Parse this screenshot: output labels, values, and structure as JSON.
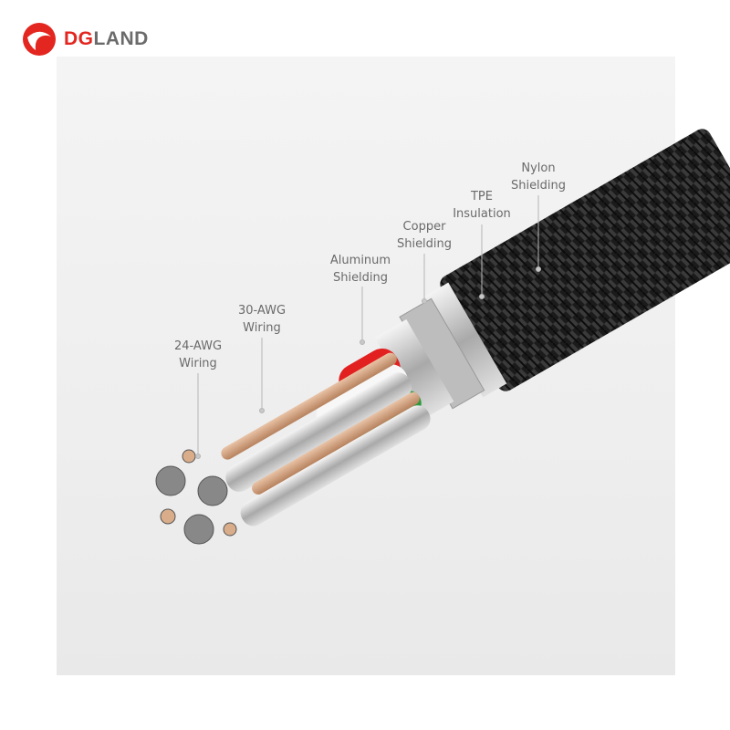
{
  "brand": {
    "logo_text_red": "DG",
    "logo_text_gray": "LAND",
    "red": "#e3261f",
    "gray": "#6b6b6b"
  },
  "labels": [
    {
      "line1": "Nylon",
      "line2": "Shielding"
    },
    {
      "line1": "TPE",
      "line2": "Insulation"
    },
    {
      "line1": "Copper",
      "line2": "Shielding"
    },
    {
      "line1": "Aluminum",
      "line2": "Shielding"
    },
    {
      "line1": "30-AWG",
      "line2": "Wiring"
    },
    {
      "line1": "24-AWG",
      "line2": "Wiring"
    }
  ]
}
